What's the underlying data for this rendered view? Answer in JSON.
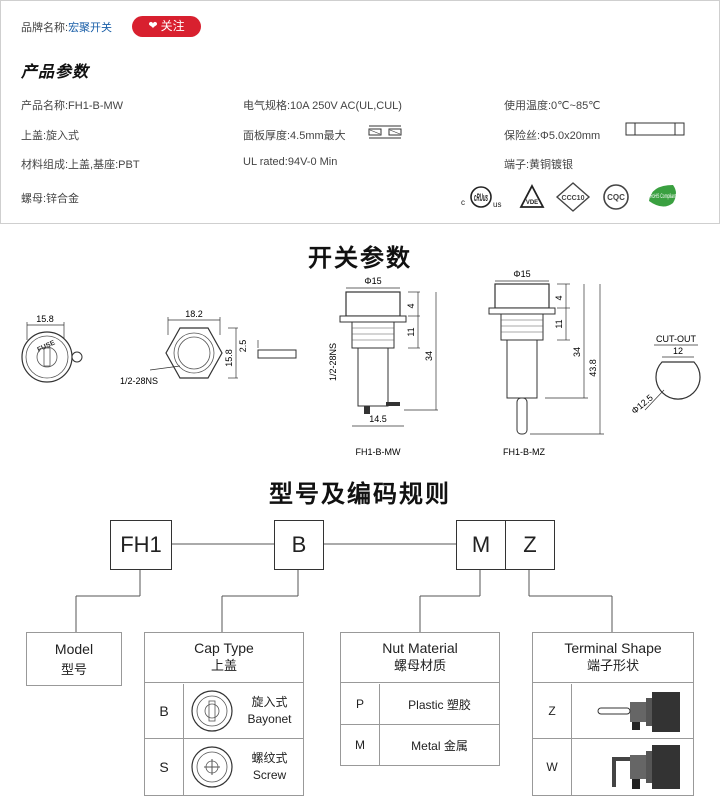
{
  "header": {
    "brand_label": "品牌名称:",
    "brand_value": "宏聚开关",
    "follow_label": "关注",
    "section_title": "产品参数"
  },
  "specs": {
    "product_name": "产品名称:FH1-B-MW",
    "cap": "上盖:旋入式",
    "material": "材料组成:上盖,基座:PBT",
    "nut": "螺母:锌合金",
    "electrical": "电气规格:10A  250V  AC(UL,CUL)",
    "panel_thickness": "面板厚度:4.5mm最大",
    "ul_rated": "UL rated:94V-0 Min",
    "temperature": "使用温度:0℃~85℃",
    "fuse": "保险丝:Φ5.0x20mm",
    "terminal": "端子:黄铜镀银"
  },
  "certs": [
    "cRUus",
    "VDE",
    "CCC10",
    "CQC",
    "RoHS Compliant"
  ],
  "switch_section": {
    "title": "开关参数",
    "d_15_8": "15.8",
    "fuse_text": "FUSE",
    "d_18_2": "18.2",
    "d_2_5": "2.5",
    "d_15_8_b": "15.8",
    "thread": "1/2-28NS",
    "mw": {
      "phi": "Φ15",
      "d4": "4",
      "d11": "11",
      "d34": "34",
      "thread": "1/2-28NS",
      "d14_5": "14.5",
      "label": "FH1-B-MW"
    },
    "mz": {
      "phi": "Φ15",
      "d4": "4",
      "d11": "11",
      "d34": "34",
      "d43_8": "43.8",
      "label": "FH1-B-MZ"
    },
    "cutout": {
      "label": "CUT-OUT",
      "d12": "12",
      "dia": "Φ12.5"
    }
  },
  "coding": {
    "title": "型号及编码规则",
    "codes": [
      "FH1",
      "B",
      "M",
      "Z"
    ],
    "model": {
      "en": "Model",
      "cn": "型号"
    },
    "cap_type": {
      "en": "Cap Type",
      "cn": "上盖",
      "options": [
        {
          "code": "B",
          "cn": "旋入式",
          "en": "Bayonet"
        },
        {
          "code": "S",
          "cn": "螺纹式",
          "en": "Screw"
        }
      ]
    },
    "nut_material": {
      "en": "Nut Material",
      "cn": "螺母材质",
      "options": [
        {
          "code": "P",
          "desc": "Plastic 塑胶"
        },
        {
          "code": "M",
          "desc": "Metal 金属"
        }
      ]
    },
    "terminal_shape": {
      "en": "Terminal Shape",
      "cn": "端子形状",
      "options": [
        {
          "code": "Z"
        },
        {
          "code": "W"
        }
      ]
    }
  }
}
